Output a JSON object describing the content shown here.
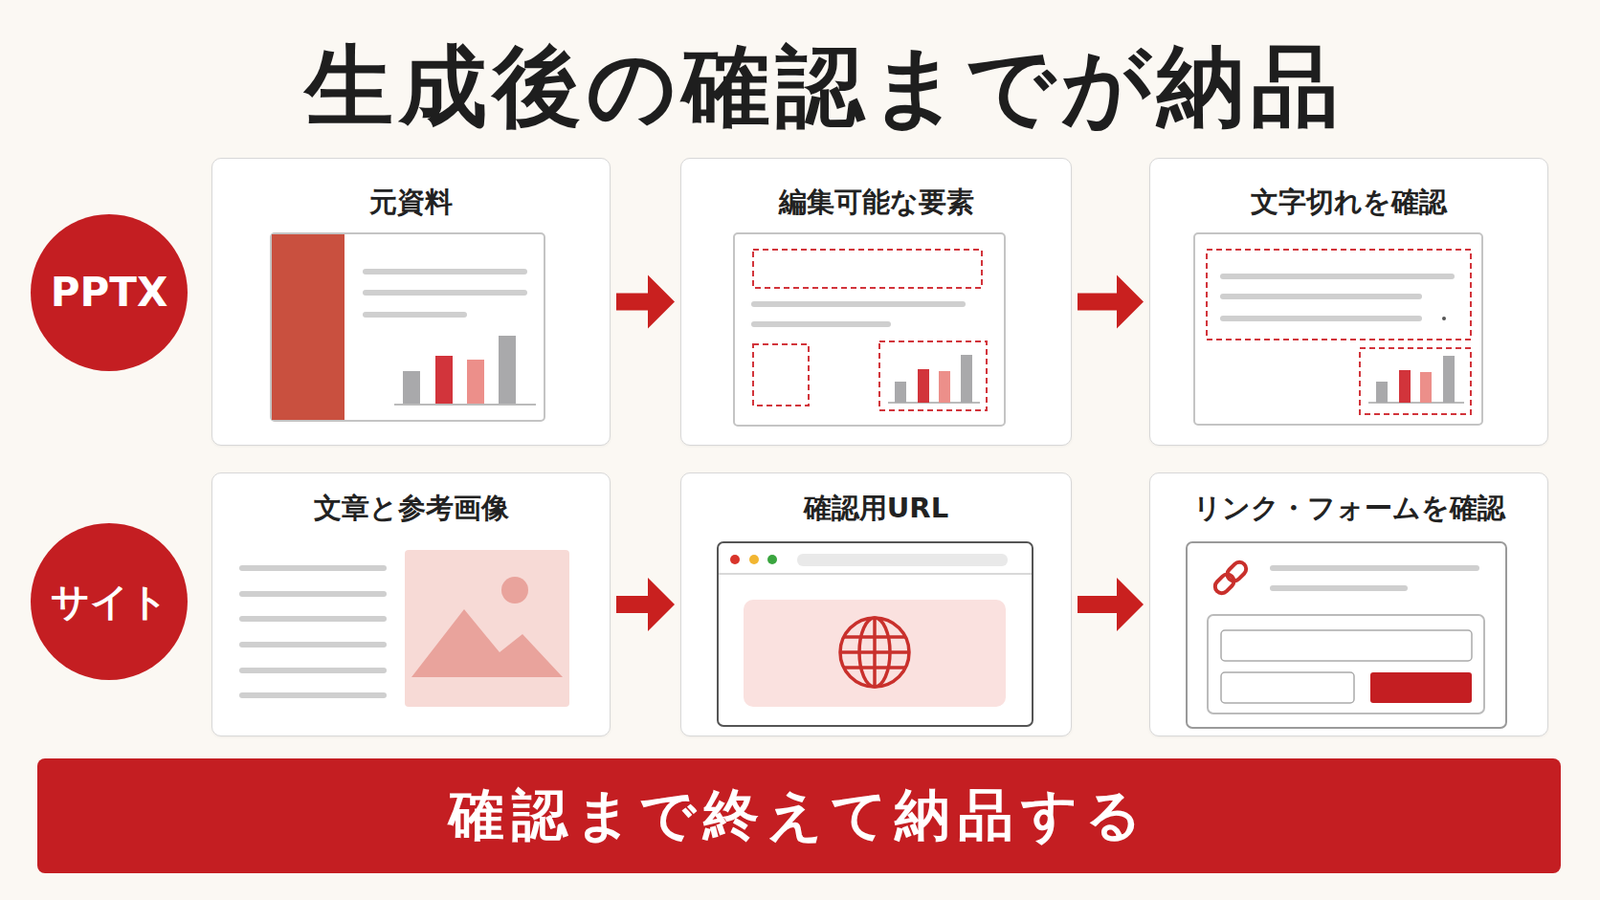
{
  "diagram": {
    "title": "生成後の確認までが納品",
    "nodes": [
      {
        "text": [
          "PPTX"
        ]
      },
      {
        "text": [
          "元資料"
        ]
      },
      {
        "text": [
          "編集可能な要素"
        ]
      },
      {
        "text": [
          "文字切れを確認"
        ]
      },
      {
        "text": [
          "サイト"
        ]
      },
      {
        "text": [
          "文章と参考画像"
        ]
      },
      {
        "text": [
          "確認用URL"
        ]
      },
      {
        "text": [
          "リンク・フォームを確認"
        ]
      },
      {
        "text": [
          "確認まで終えて納品する"
        ]
      }
    ],
    "edges": [
      {
        "from": 1,
        "to": 2,
        "arrow": "to"
      },
      {
        "from": 2,
        "to": 3,
        "arrow": "to"
      },
      {
        "from": 5,
        "to": 6,
        "arrow": "to"
      },
      {
        "from": 6,
        "to": 7,
        "arrow": "to"
      }
    ]
  }
}
